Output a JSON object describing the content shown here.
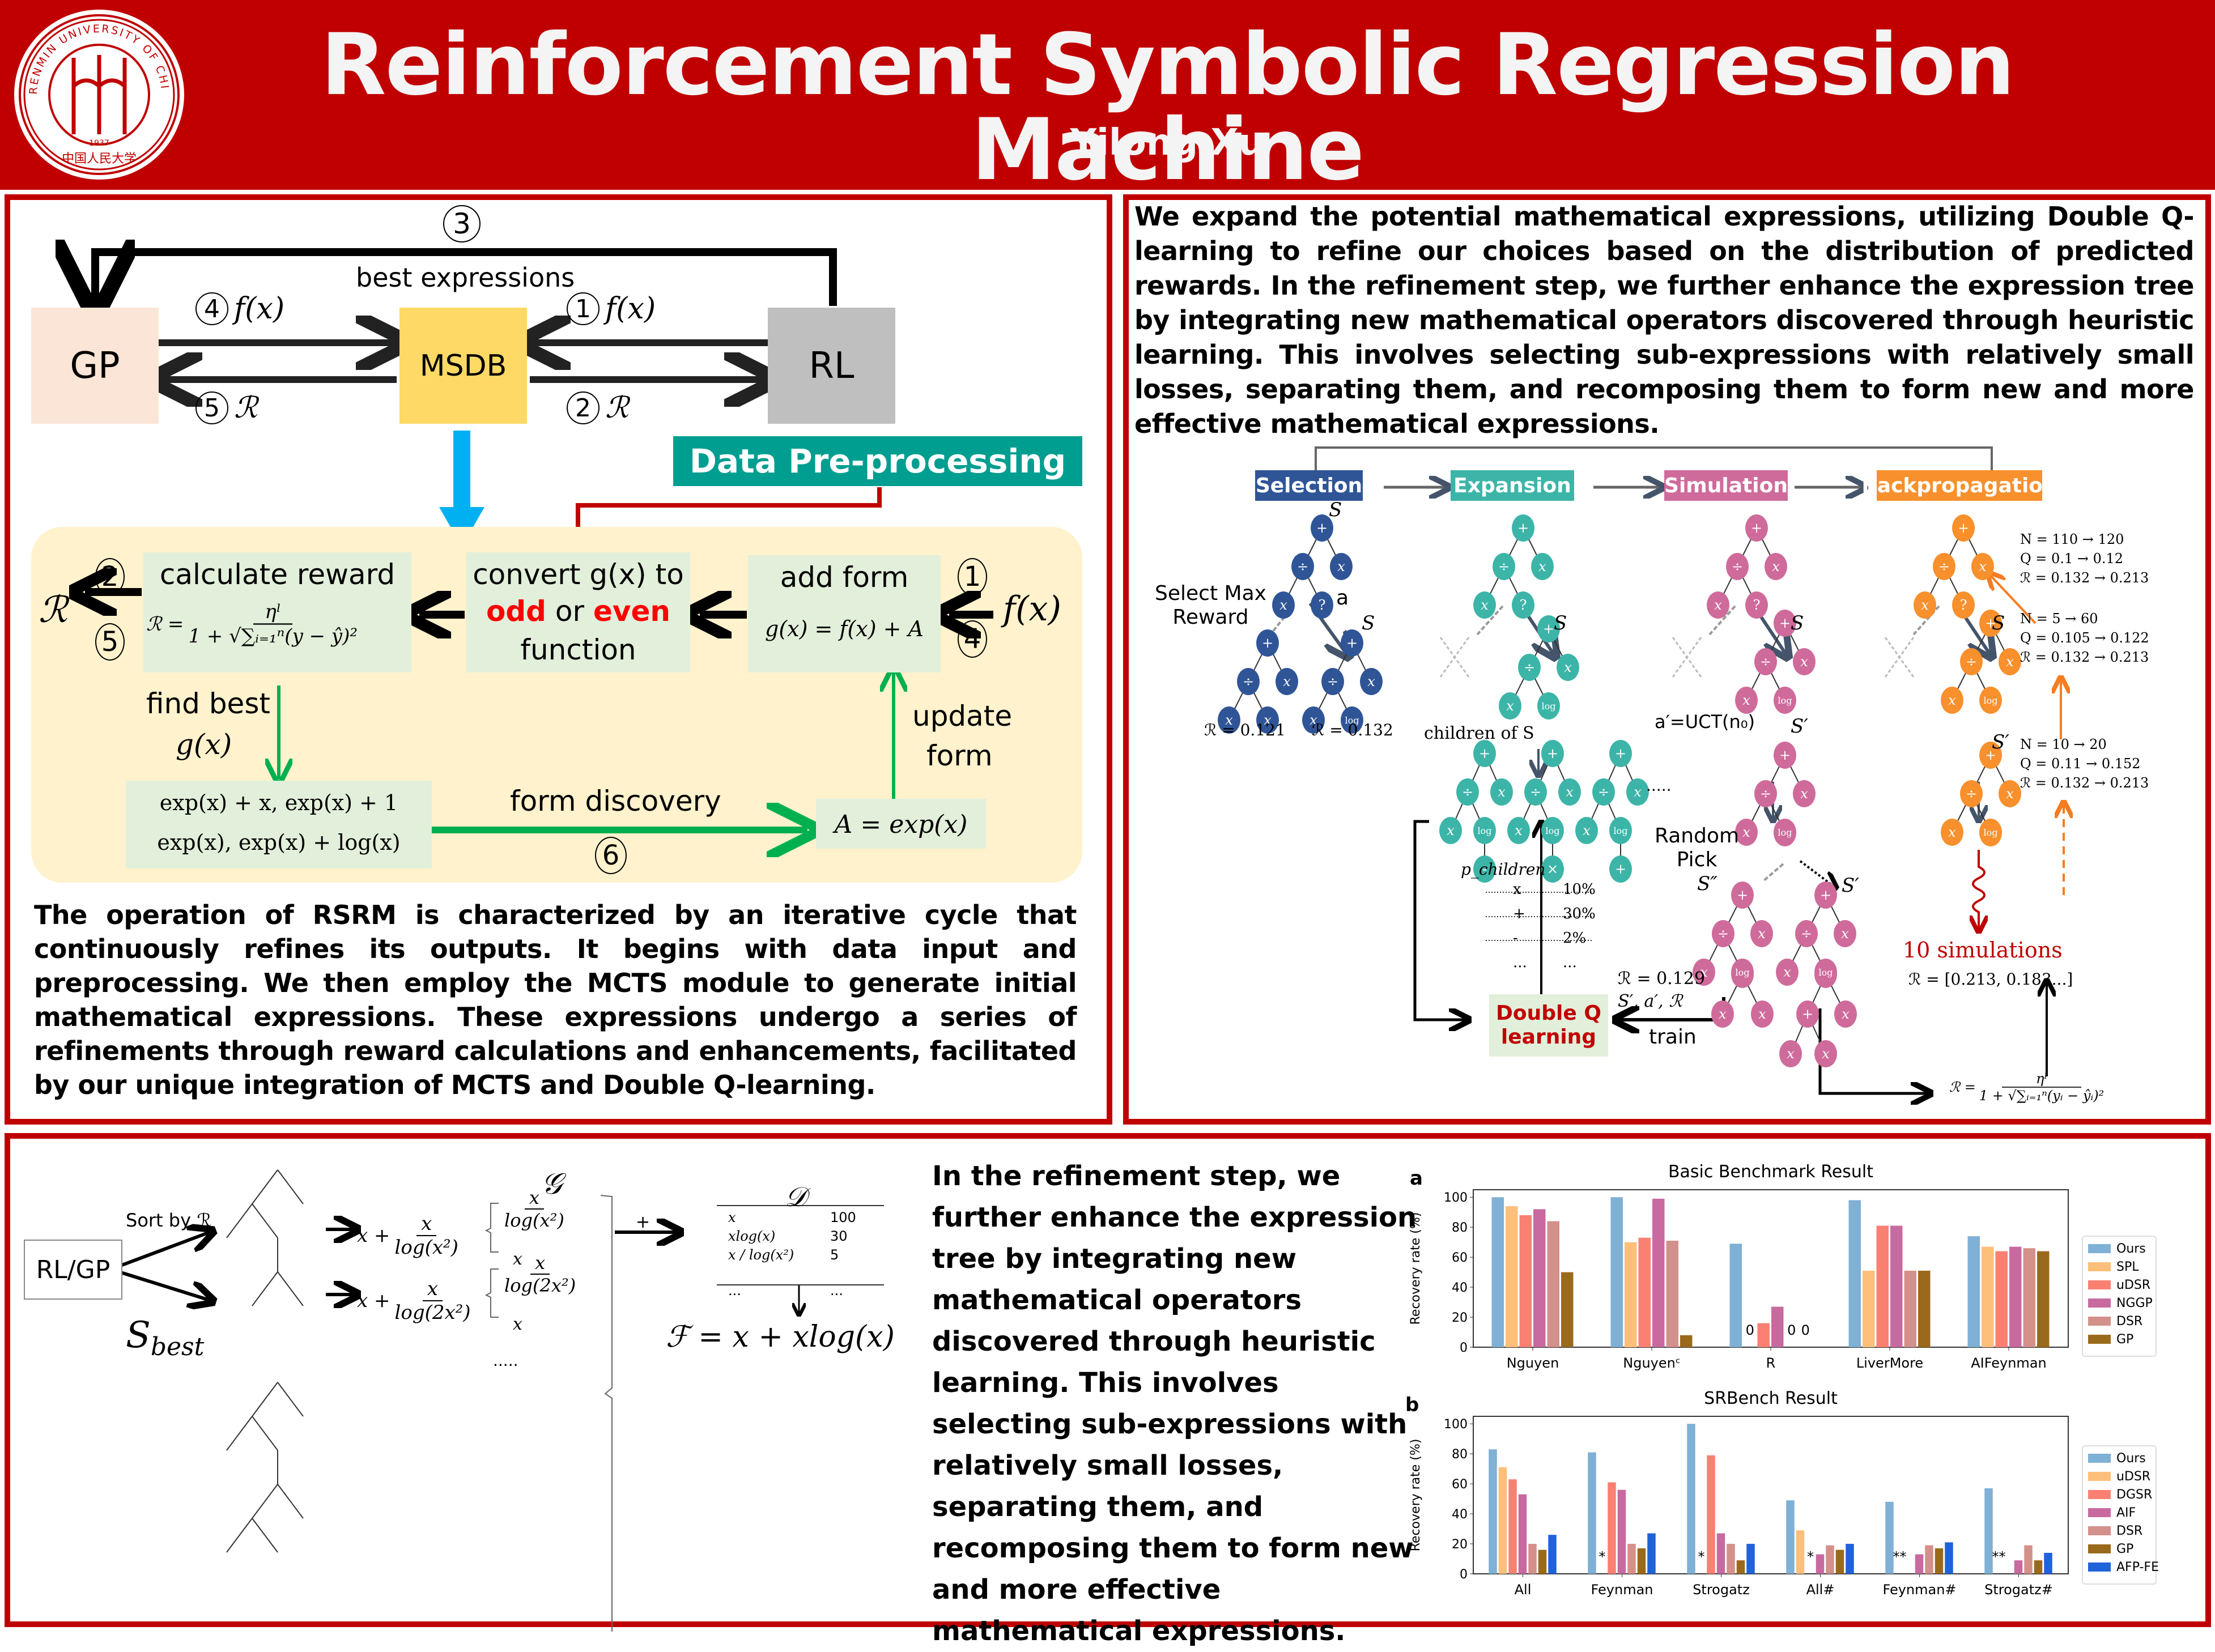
{
  "header": {
    "title": "Reinforcement Symbolic Regression Machine",
    "author": "Yilong Xu",
    "logo": {
      "ring_text": "RENMIN UNIVERSITY OF CHINA",
      "year": "1937",
      "chinese": "中国人民大学"
    }
  },
  "colors": {
    "brand_red": "#c00000",
    "teal": "#3cb5a8",
    "navy": "#2f5597",
    "pink": "#cf6b9b",
    "orange": "#f7902d"
  },
  "panel1": {
    "top_diagram": {
      "gp": "GP",
      "msdb": "MSDB",
      "rl": "RL",
      "step3": "3",
      "best_expressions": "best expressions",
      "step4_label": "f(x)",
      "step4": "4",
      "step1_label": "f(x)",
      "step1": "1",
      "step5_label": "ℛ",
      "step5": "5",
      "step2_label": "ℛ",
      "step2": "2",
      "data_preprocessing": "Data Pre-processing"
    },
    "cycle": {
      "calc_reward": "calculate reward",
      "reward_formula_lhs": "ℛ =",
      "reward_formula_num": "ηˡ",
      "reward_formula_den": "1 + √∑ᵢ₌₁ⁿ(y − ŷ)²",
      "convert_line1": "convert g(x) to",
      "convert_odd": "odd",
      "convert_or": "or",
      "convert_even": "even",
      "convert_line3": "function",
      "add_form": "add form",
      "add_form_formula": "g(x) = f(x) + A",
      "input_fx": "f(x)",
      "output_r": "ℛ",
      "circ_1": "1",
      "circ_2": "2",
      "circ_4": "4",
      "circ_5": "5",
      "circ_6": "6",
      "find_best": "find best",
      "find_best_gx": "g(x)",
      "candidates_line1": "exp(x) + x, exp(x) + 1",
      "candidates_line2": "exp(x), exp(x) + log(x)",
      "form_discovery": "form discovery",
      "a_formula": "A = exp(x)",
      "update_form_1": "update",
      "update_form_2": "form"
    },
    "paragraph": "The operation of RSRM is characterized by an iterative cycle that continuously refines its outputs. It begins with data input and preprocessing. We then employ the MCTS module to generate initial mathematical expressions. These expressions undergo a series of refinements through reward calculations and enhancements, facilitated by our unique integration of MCTS and Double Q-learning."
  },
  "panel2": {
    "paragraph": "We expand the potential mathematical expressions, utilizing Double Q-learning to refine our choices based on the distribution of predicted rewards. In the refinement step, we further enhance the expression tree by integrating new mathematical operators discovered through heuristic learning. This involves selecting sub-expressions with relatively small losses, separating them, and recomposing them to form new and more effective mathematical expressions.",
    "stages": [
      "Selection",
      "Expansion",
      "Simulation",
      "Backpropagation"
    ],
    "select_max_reward_1": "Select Max",
    "select_max_reward_2": "Reward",
    "action_a": "a",
    "s_label": "S",
    "s_prime": "S′",
    "s_double_prime": "S″",
    "reward_left": "ℛ = 0.121",
    "reward_right": "ℛ = 0.132",
    "children_of_s": "children of S",
    "uct": "a′=UCT(n₀)",
    "random_pick_1": "Random",
    "random_pick_2": "Pick",
    "p_children": "p_children",
    "p_table": [
      {
        "op": "x",
        "p": "10%"
      },
      {
        "op": "+",
        "p": "30%"
      },
      {
        "op": "-",
        "p": "2%"
      },
      {
        "op": "...",
        "p": "..."
      }
    ],
    "reward_0129": "ℛ = 0.129",
    "sar": "S′, a′, ℛ",
    "double_q_1": "Double Q",
    "double_q_2": "learning",
    "train": "train",
    "ten_simulations": "10 simulations",
    "sim_rewards": "ℛ = [0.213, 0.183...]",
    "reward_formula_lhs": "ℛ =",
    "reward_formula_num": "ηˡ",
    "reward_formula_den": "1 + √∑ᵢ₌₁ⁿ(yᵢ − ŷᵢ)²",
    "backprop_root": [
      "N = 110 → 120",
      "Q = 0.1 → 0.12",
      "ℛ = 0.132 → 0.213"
    ],
    "backprop_s": [
      "N = 5 → 60",
      "Q = 0.105 → 0.122",
      "ℛ = 0.132 → 0.213"
    ],
    "backprop_sprime": [
      "N = 10 → 20",
      "Q = 0.11 → 0.152",
      "ℛ = 0.132 → 0.213"
    ],
    "node_labels": {
      "plus": "+",
      "div": "÷",
      "x": "x",
      "q": "?",
      "log": "log",
      "times": "×",
      "minus": "-"
    }
  },
  "panel3": {
    "rl_gp": "RL/GP",
    "sort_by": "Sort by ℛ",
    "s_best": "S",
    "s_best_sub": "best",
    "g_symbol": "𝒢",
    "expr1_prefix": "x +",
    "expr1_num": "x",
    "expr1_den": "log(x²)",
    "expr2_prefix": "x +",
    "expr2_num": "x",
    "expr2_den": "log(2x²)",
    "split1_top_num": "x",
    "split1_top_den": "log(x²)",
    "split1_bottom": "x",
    "split2_top_num": "x",
    "split2_top_den": "log(2x²)",
    "split2_bottom": "x",
    "more": ".....",
    "plus_sign": "+",
    "d_symbol": "𝒟",
    "d_table": [
      {
        "expr": "x",
        "count": "100"
      },
      {
        "expr": "xlog(x)",
        "count": "30"
      },
      {
        "expr": "x / log(x²)",
        "count": "5"
      },
      {
        "expr": "...",
        "count": "..."
      }
    ],
    "final": "ℱ = x + xlog(x)",
    "paragraph": "In the refinement step, we further enhance the expression tree by integrating new mathematical operators discovered through heuristic learning. This involves selecting sub-expressions with relatively small losses, separating them, and recomposing them to form new and more effective mathematical expressions."
  },
  "chart_data": [
    {
      "panel_letter": "a",
      "type": "bar",
      "title": "Basic Benchmark Result",
      "xlabel": "",
      "ylabel": "Recovery rate (%)",
      "ylim": [
        0,
        105
      ],
      "yticks": [
        0,
        20,
        40,
        60,
        80,
        100
      ],
      "grid": false,
      "legend": "right",
      "categories": [
        "Nguyen",
        "Nguyenᶜ",
        "R",
        "LiverMore",
        "AIFeynman"
      ],
      "series": [
        {
          "name": "Ours",
          "color": "#7fb0d5",
          "values": [
            100,
            100,
            69,
            98,
            74
          ]
        },
        {
          "name": "SPL",
          "color": "#fdbf7a",
          "values": [
            94,
            70,
            0,
            51,
            67
          ]
        },
        {
          "name": "uDSR",
          "color": "#fa8072",
          "values": [
            88,
            73,
            16,
            81,
            64
          ]
        },
        {
          "name": "NGGP",
          "color": "#c86aa0",
          "values": [
            92,
            99,
            27,
            81,
            67
          ]
        },
        {
          "name": "DSR",
          "color": "#d4908a",
          "values": [
            84,
            71,
            0,
            51,
            66
          ]
        },
        {
          "name": "GP",
          "color": "#9a6a1c",
          "values": [
            50,
            8,
            0,
            51,
            64
          ]
        }
      ],
      "annotations": [
        {
          "category": "R",
          "series": "SPL",
          "text": "0"
        },
        {
          "category": "R",
          "series": "DSR",
          "text": "0"
        },
        {
          "category": "R",
          "series": "GP",
          "text": "0"
        }
      ]
    },
    {
      "panel_letter": "b",
      "type": "bar",
      "title": "SRBench Result",
      "xlabel": "",
      "ylabel": "Recovery rate (%)",
      "ylim": [
        0,
        105
      ],
      "yticks": [
        0,
        20,
        40,
        60,
        80,
        100
      ],
      "grid": false,
      "legend": "right",
      "categories": [
        "All",
        "Feynman",
        "Strogatz",
        "All#",
        "Feynman#",
        "Strogatz#"
      ],
      "series": [
        {
          "name": "Ours",
          "color": "#7fb0d5",
          "values": [
            83,
            81,
            100,
            49,
            48,
            57
          ]
        },
        {
          "name": "uDSR",
          "color": "#fdbf7a",
          "values": [
            71,
            0,
            0,
            29,
            0,
            0
          ]
        },
        {
          "name": "DGSR",
          "color": "#fa8072",
          "values": [
            63,
            61,
            79,
            0,
            0,
            0
          ]
        },
        {
          "name": "AIF",
          "color": "#c86aa0",
          "values": [
            53,
            56,
            27,
            13,
            13,
            9
          ]
        },
        {
          "name": "DSR",
          "color": "#d4908a",
          "values": [
            20,
            20,
            20,
            19,
            19,
            19
          ]
        },
        {
          "name": "GP",
          "color": "#9a6a1c",
          "values": [
            16,
            17,
            9,
            16,
            17,
            9
          ]
        },
        {
          "name": "AFP-FE",
          "color": "#1f63d8",
          "values": [
            26,
            27,
            20,
            20,
            21,
            14
          ]
        }
      ],
      "annotations": [
        {
          "category": "Feynman",
          "series": "uDSR",
          "text": "*"
        },
        {
          "category": "Strogatz",
          "series": "uDSR",
          "text": "*"
        },
        {
          "category": "All#",
          "series": "DGSR",
          "text": "*"
        },
        {
          "category": "Feynman#",
          "series": "uDSR",
          "text": "**"
        },
        {
          "category": "Strogatz#",
          "series": "uDSR",
          "text": "**"
        }
      ]
    }
  ]
}
